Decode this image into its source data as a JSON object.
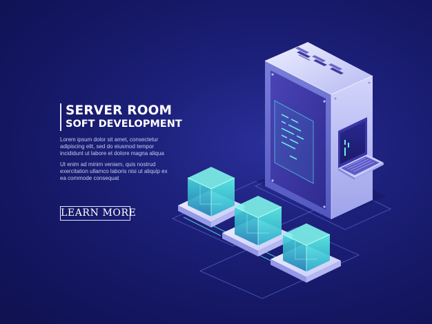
{
  "heading": {
    "title": "SERVER ROOM",
    "subtitle": "SOFT DEVELOPMENT"
  },
  "body": {
    "paragraph_1": "Lorem ipsum dolor sit amet, consectetur adipiscing elit, sed do eiusmod tempor incididunt ut labore et dolore magna aliqua",
    "paragraph_2": "Ut enim ad minim veniam, quis nostrud exercitation ullamco laboris nisi ut aliquip ex ea commode consequat"
  },
  "cta": {
    "label": "LEARN MORE"
  },
  "icons": [
    "server-rack-icon",
    "laptop-icon",
    "data-cube-icon"
  ],
  "colors": {
    "background": "#1c2079",
    "text": "#ffffff",
    "accent": "#3fe0dc",
    "server_body": "#a9abf0"
  }
}
